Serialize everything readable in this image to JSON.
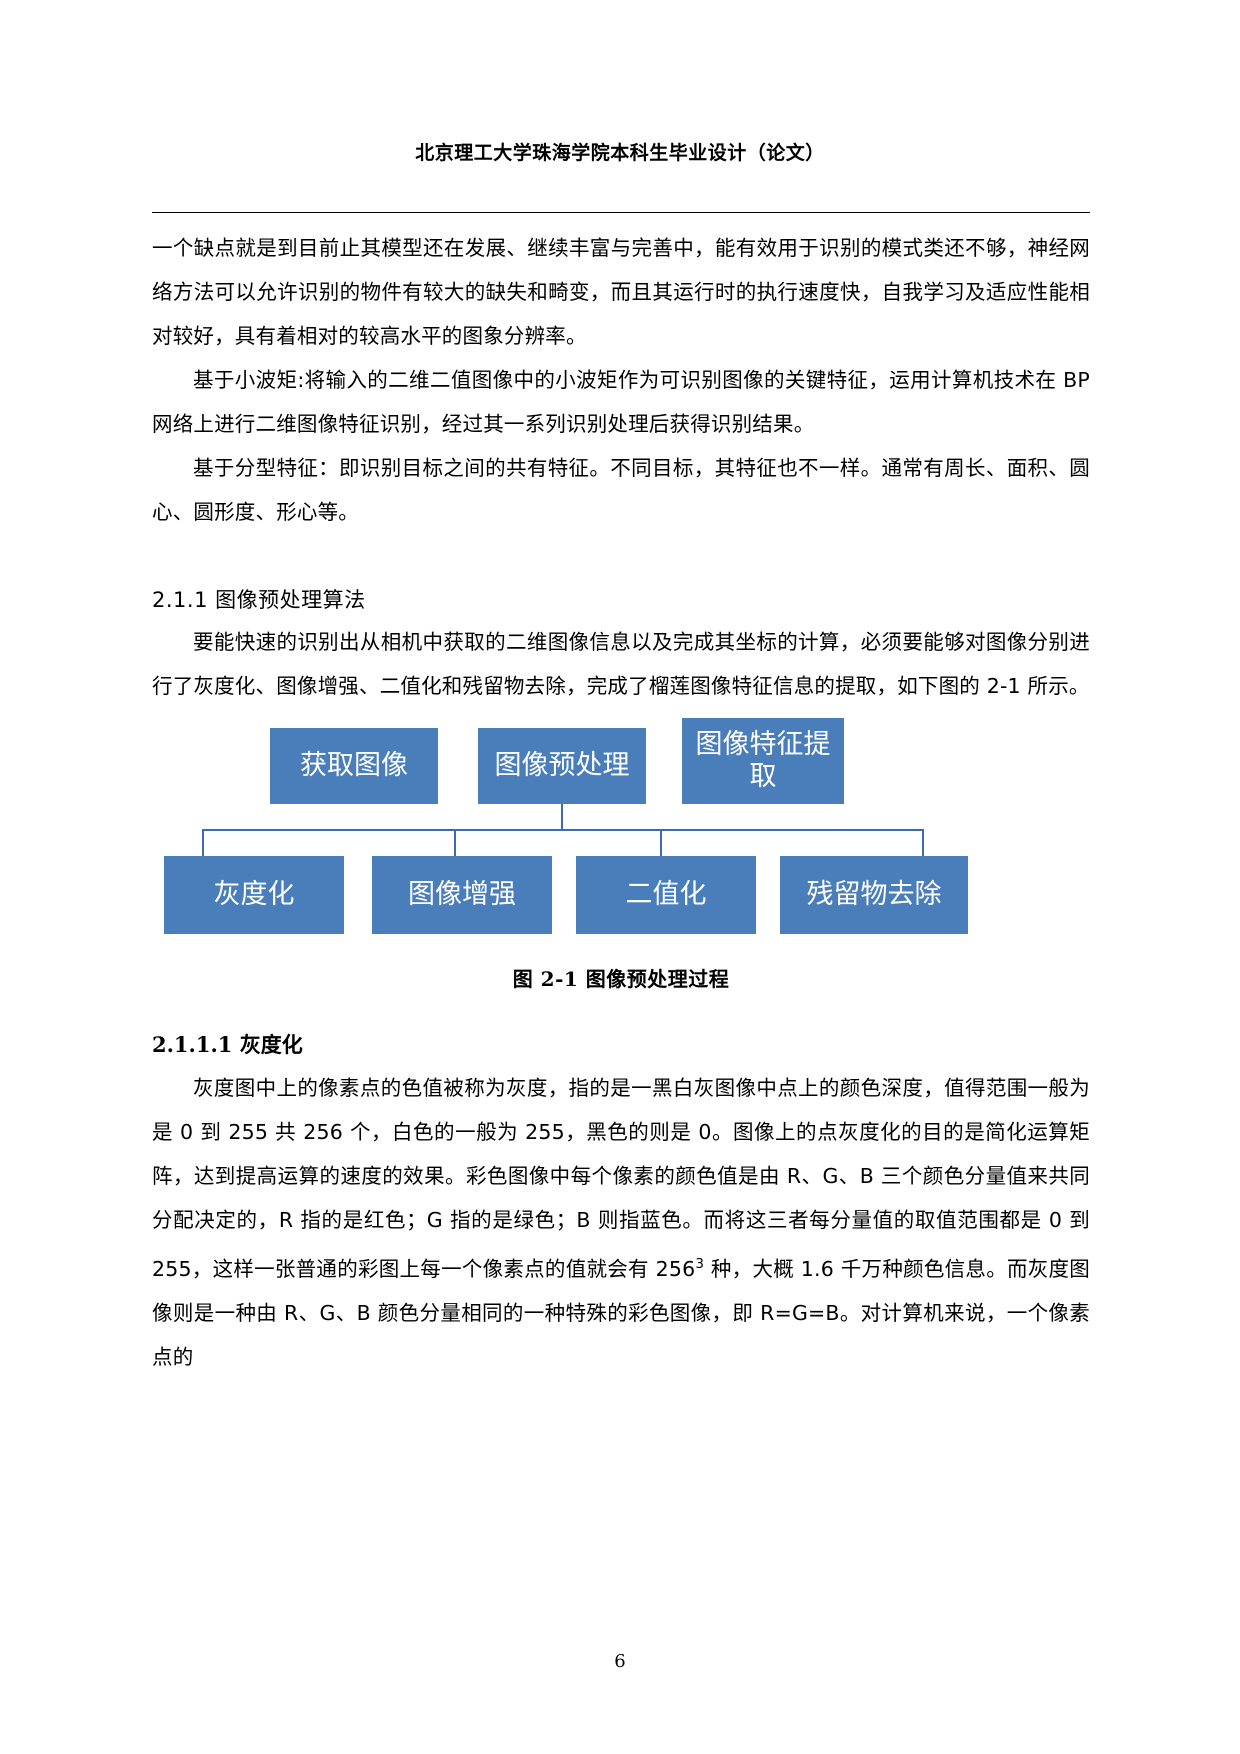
{
  "header": {
    "title": "北京理工大学珠海学院本科生毕业设计（论文）"
  },
  "body": {
    "para1": "一个缺点就是到目前止其模型还在发展、继续丰富与完善中，能有效用于识别的模式类还不够，神经网络方法可以允许识别的物件有较大的缺失和畸变，而且其运行时的执行速度快，自我学习及适应性能相对较好，具有着相对的较高水平的图象分辨率。",
    "para2": "基于小波矩:将输入的二维二值图像中的小波矩作为可识别图像的关键特征，运用计算机技术在 BP 网络上进行二维图像特征识别，经过其一系列识别处理后获得识别结果。",
    "para3": "基于分型特征：即识别目标之间的共有特征。不同目标，其特征也不一样。通常有周长、面积、圆心、圆形度、形心等。",
    "section_heading": "2.1.1 图像预处理算法",
    "para4": "要能快速的识别出从相机中获取的二维图像信息以及完成其坐标的计算，必须要能够对图像分别进行了灰度化、图像增强、二值化和残留物去除，完成了榴莲图像特征信息的提取，如下图的 2-1 所示。",
    "subsection_heading": "2.1.1.1 灰度化",
    "para5_a": "灰度图中上的像素点的色值被称为灰度，指的是一黑白灰图像中点上的颜色深度，值得范围一般为是 0 到 255 共 256 个，白色的一般为 255，黑色的则是 0。图像上的点灰度化的目的是简化运算矩阵，达到提高运算的速度的效果。彩色图像中每个像素的颜色值是由 R、G、B 三个颜色分量值来共同分配决定的，R 指的是红色；G 指的是绿色；B 则指蓝色。而将这三者每分量值的取值范围都是 0 到 255，这样一张普通的彩图上每一个像素点的值就会有 256",
    "para5_sup": "3",
    "para5_b": " 种，大概 1.6 千万种颜色信息。而灰度图像则是一种由 R、G、B 颜色分量相同的一种特殊的彩色图像，即 R=G=B。对计算机来说，一个像素点的"
  },
  "figure": {
    "caption": "图 2-1 图像预处理过程",
    "box_color": "#4A7EBB",
    "connector_color": "#3A6CAE",
    "top_row": [
      {
        "label": "获取图像"
      },
      {
        "label": "图像预处理"
      },
      {
        "label": "图像特征提取"
      }
    ],
    "bottom_row": [
      {
        "label": "灰度化"
      },
      {
        "label": "图像增强"
      },
      {
        "label": "二值化"
      },
      {
        "label": "残留物去除"
      }
    ]
  },
  "footer": {
    "page_number": "6"
  }
}
